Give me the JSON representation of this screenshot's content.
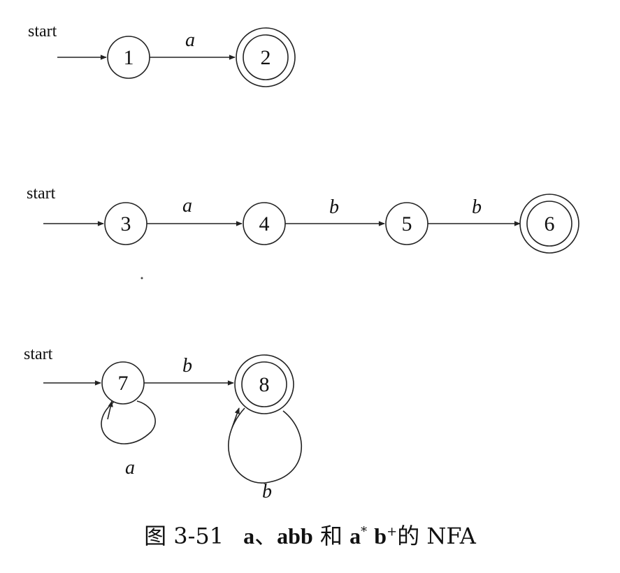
{
  "rows": [
    {
      "start_label": "start"
    },
    {
      "start_label": "start"
    },
    {
      "start_label": "start"
    }
  ],
  "states": [
    "1",
    "2",
    "3",
    "4",
    "5",
    "6",
    "7",
    "8"
  ],
  "edges": {
    "e1_2": "a",
    "e3_4": "a",
    "e4_5": "b",
    "e5_6": "b",
    "e7_8": "b",
    "loop7": "a",
    "loop8": "b"
  },
  "caption": {
    "figure": "图 3-51",
    "a": "a",
    "sep": "、",
    "abb": "abb",
    "he": " 和 ",
    "a_star": "a",
    "star": "*",
    "b_plus": "b",
    "plus": "+",
    "tail": "的 NFA"
  }
}
